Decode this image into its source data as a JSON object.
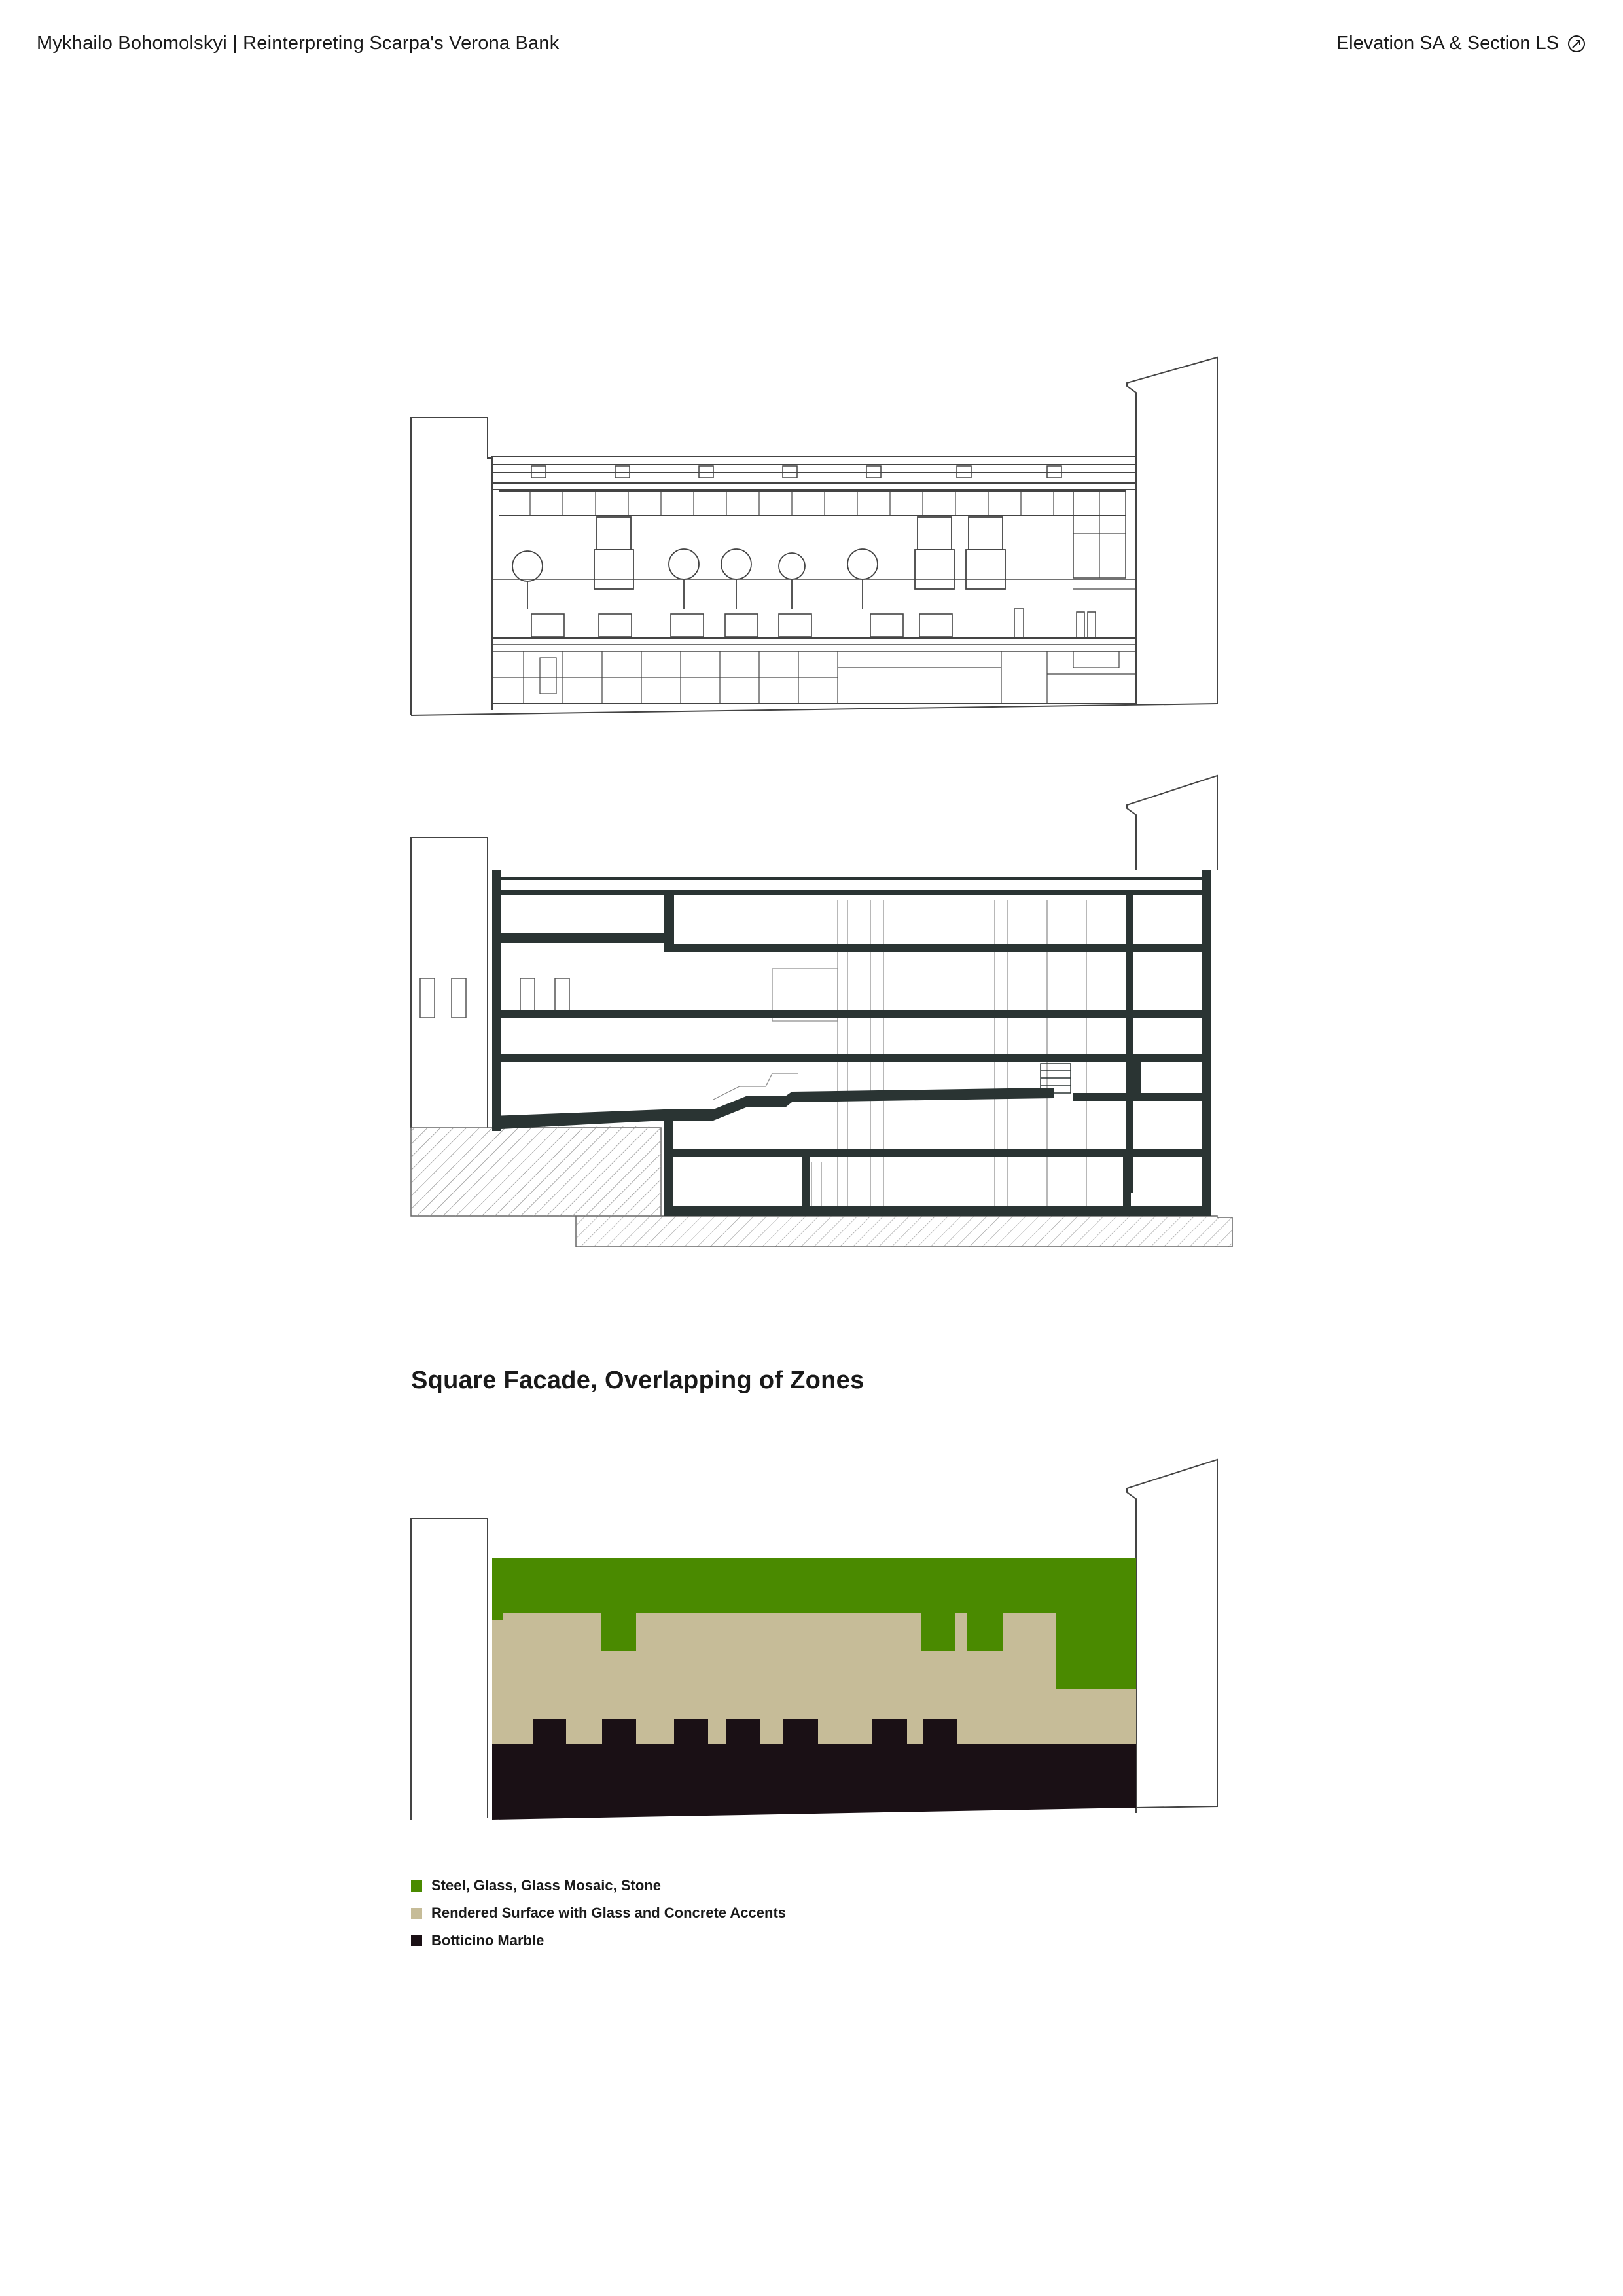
{
  "header": {
    "left_text": "Mykhailo Bohomolskyi | Reinterpreting Scarpa's Verona Bank",
    "right_text": "Elevation SA & Section LS",
    "right_icon": "north-arrow-icon"
  },
  "section_title": "Square Facade, Overlapping of Zones",
  "legend": {
    "items": [
      {
        "label": "Steel, Glass, Glass Mosaic, Stone",
        "color": "#4a8a00"
      },
      {
        "label": "Rendered Surface with Glass and Concrete Accents",
        "color": "#c6bc98"
      },
      {
        "label": "Botticino Marble",
        "color": "#1a1015"
      }
    ]
  },
  "colors": {
    "line": "#444444",
    "section_wall": "#2a3433",
    "hatch": "#999999"
  }
}
